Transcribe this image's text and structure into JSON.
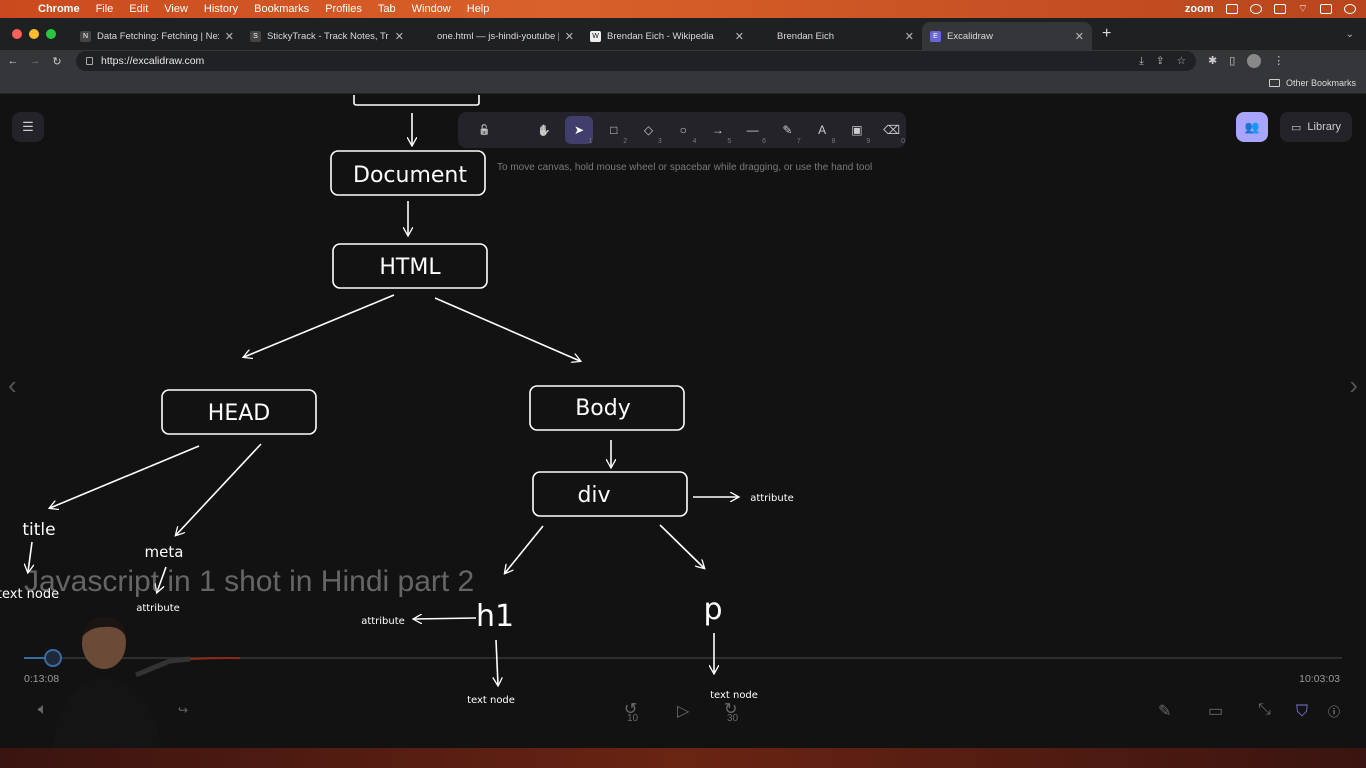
{
  "menubar": {
    "items": [
      "Chrome",
      "File",
      "Edit",
      "View",
      "History",
      "Bookmarks",
      "Profiles",
      "Tab",
      "Window",
      "Help"
    ],
    "zoom_label": "zoom"
  },
  "tabs": [
    {
      "title": "Data Fetching: Fetching | Next",
      "favicon": "N",
      "active": false
    },
    {
      "title": "StickyTrack - Track Notes, Trac",
      "favicon": "S",
      "active": false
    },
    {
      "title": "one.html — js-hindi-youtube [",
      "favicon": "",
      "active": false
    },
    {
      "title": "Brendan Eich - Wikipedia",
      "favicon": "W",
      "active": false
    },
    {
      "title": "Brendan Eich",
      "favicon": "",
      "active": false
    },
    {
      "title": "Excalidraw",
      "favicon": "E",
      "active": true
    }
  ],
  "address": {
    "url": "https://excalidraw.com"
  },
  "bookmarks": {
    "other": "Other Bookmarks"
  },
  "excalidraw": {
    "hint": "To move canvas, hold mouse wheel or spacebar while dragging, or use the hand tool",
    "library_label": "Library",
    "tools": [
      {
        "name": "lock-tool",
        "glyph": "🔓",
        "key": ""
      },
      {
        "name": "hand-tool",
        "glyph": "✋",
        "key": ""
      },
      {
        "name": "selection-tool",
        "glyph": "➤",
        "key": "1"
      },
      {
        "name": "rectangle-tool",
        "glyph": "□",
        "key": "2"
      },
      {
        "name": "diamond-tool",
        "glyph": "◇",
        "key": "3"
      },
      {
        "name": "ellipse-tool",
        "glyph": "○",
        "key": "4"
      },
      {
        "name": "arrow-tool",
        "glyph": "→",
        "key": "5"
      },
      {
        "name": "line-tool",
        "glyph": "—",
        "key": "6"
      },
      {
        "name": "pencil-tool",
        "glyph": "✎",
        "key": "7"
      },
      {
        "name": "text-tool",
        "glyph": "A",
        "key": "8"
      },
      {
        "name": "image-tool",
        "glyph": "▣",
        "key": "9"
      },
      {
        "name": "eraser-tool",
        "glyph": "⌫",
        "key": "0"
      }
    ]
  },
  "diagram": {
    "nodes": {
      "document": "Document",
      "html": "HTML",
      "head": "HEAD",
      "body": "Body",
      "div": "div"
    },
    "labels": {
      "title": "title",
      "meta": "meta",
      "title_text_node": "text node",
      "meta_attribute": "attribute",
      "div_attribute": "attribute",
      "h1": "h1",
      "p": "p",
      "h1_attribute": "attribute",
      "h1_text_node": "text node",
      "p_text_node": "text node"
    }
  },
  "video": {
    "title": "Javascript in 1 shot in Hindi part 2",
    "current_time": "0:13:08",
    "total_time": "10:03:03",
    "progress": 0.0219,
    "rewind_seconds": "10",
    "forward_seconds": "30"
  }
}
